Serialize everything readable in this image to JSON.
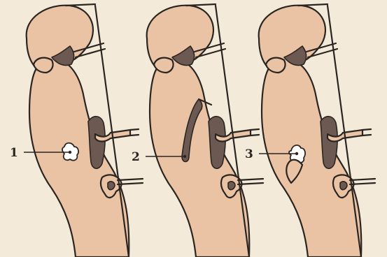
{
  "panels": [
    {
      "label": "1"
    },
    {
      "label": "2"
    },
    {
      "label": "3"
    }
  ],
  "colors": {
    "background": "#f3ead9",
    "tissue": "#e9c3a3",
    "dark_region": "#6c5a52",
    "outline": "#2b2522",
    "lesion": "#ffffff"
  }
}
